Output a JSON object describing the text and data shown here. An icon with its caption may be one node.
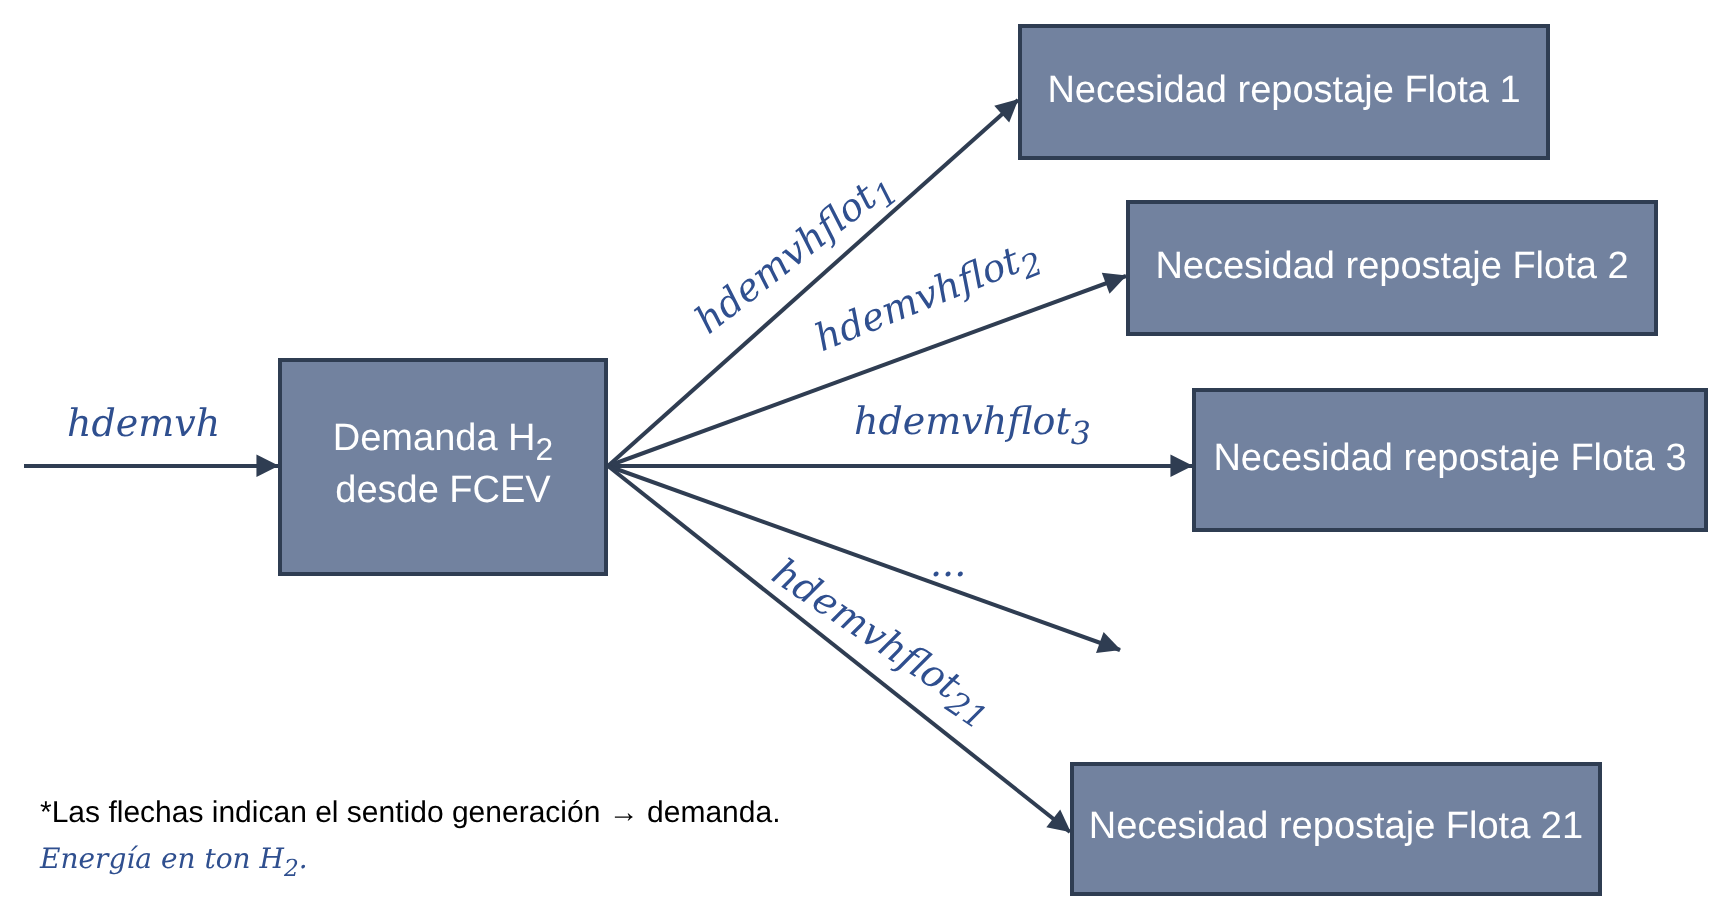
{
  "diagram": {
    "nodes": [
      {
        "text": [
          "Demanda H$_{2}$ desde FCEV"
        ]
      },
      {
        "text": [
          "Necesidad repostaje Flota 1"
        ]
      },
      {
        "text": [
          "Necesidad repostaje Flota 2"
        ]
      },
      {
        "text": [
          "Necesidad repostaje Flota 3"
        ]
      },
      {
        "text": [
          "Necesidad repostaje Flota 21"
        ]
      }
    ],
    "edges": [
      {
        "from": null,
        "to": 0,
        "arrow": "to",
        "label": "hdemvh"
      },
      {
        "from": 0,
        "to": 1,
        "arrow": "to",
        "label": "hdemvhflot$_{1}$"
      },
      {
        "from": 0,
        "to": 2,
        "arrow": "to",
        "label": "hdemvhflot$_{2}$"
      },
      {
        "from": 0,
        "to": 3,
        "arrow": "to",
        "label": "hdemvhflot$_{3}$"
      },
      {
        "from": 0,
        "to": null,
        "arrow": "to",
        "label": "..."
      },
      {
        "from": 0,
        "to": 4,
        "arrow": "to",
        "label": "hdemvhflot$_{21}$"
      }
    ],
    "labels": [
      "*Las flechas indican el sentido generación → demanda.",
      "Energía en ton H$_{2}$."
    ]
  }
}
